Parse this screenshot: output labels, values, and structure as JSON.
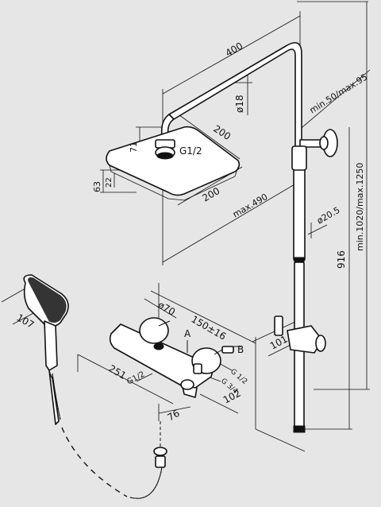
{
  "dimensions": {
    "arm_length": "400",
    "arm_diameter": "ø18",
    "arm_offset": "min.50/max.95",
    "head_width": "200",
    "head_depth": "200",
    "head_height": "71",
    "connection_thread": "G1/2",
    "head_total_height": "63",
    "head_thickness": "22",
    "max_reach": "max.490",
    "rail_diameter": "ø20.5",
    "total_height": "min.1020/max.1250",
    "rail_height": "916",
    "handshower_width": "107",
    "holder_offset": "101",
    "knob_diameter": "ø70",
    "inlet_spacing": "150±16",
    "mixer_length": "251",
    "mixer_inlet_thread": "G1/2",
    "outlet_label_a": "A",
    "outlet_label_b": "B",
    "outlet_thread_b": "G 1/2",
    "outlet_thread_a": "G 3/4",
    "mixer_depth": "102",
    "mixer_height": "76"
  }
}
